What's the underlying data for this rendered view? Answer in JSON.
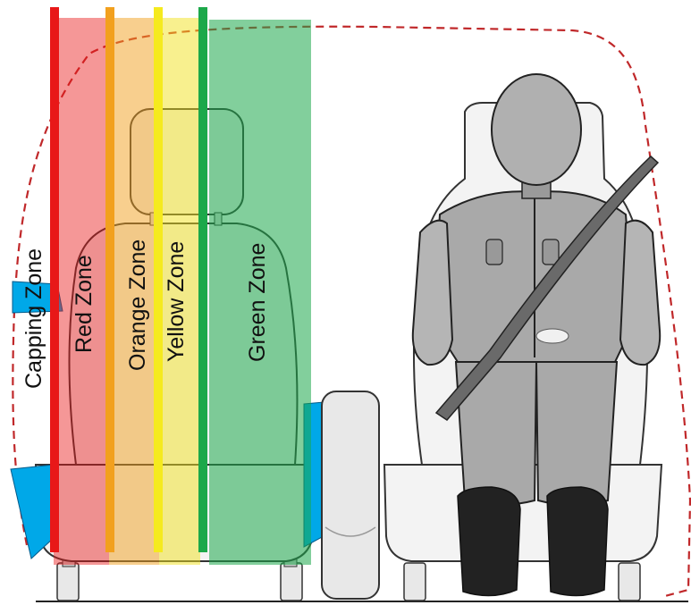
{
  "zones": [
    {
      "id": "capping",
      "label": "Capping Zone",
      "color": "#00A8E8"
    },
    {
      "id": "red",
      "label": "Red Zone",
      "color": "#E81818"
    },
    {
      "id": "orange",
      "label": "Orange Zone",
      "color": "#F2A01E"
    },
    {
      "id": "yellow",
      "label": "Yellow Zone",
      "color": "#F2E21E"
    },
    {
      "id": "green",
      "label": "Green Zone",
      "color": "#1CA84A"
    }
  ],
  "colors": {
    "cabin_outline": "#C0282A",
    "seat_fill": "#F2F2F2",
    "seat_stroke": "#333333",
    "dummy_fill": "#A9A9A9",
    "dummy_dark": "#222222",
    "belt": "#6A6A6A",
    "floor": "#222222"
  },
  "icons": [
    "seat-icon",
    "crash-test-dummy-icon",
    "seat-belt-icon",
    "center-console-icon"
  ]
}
